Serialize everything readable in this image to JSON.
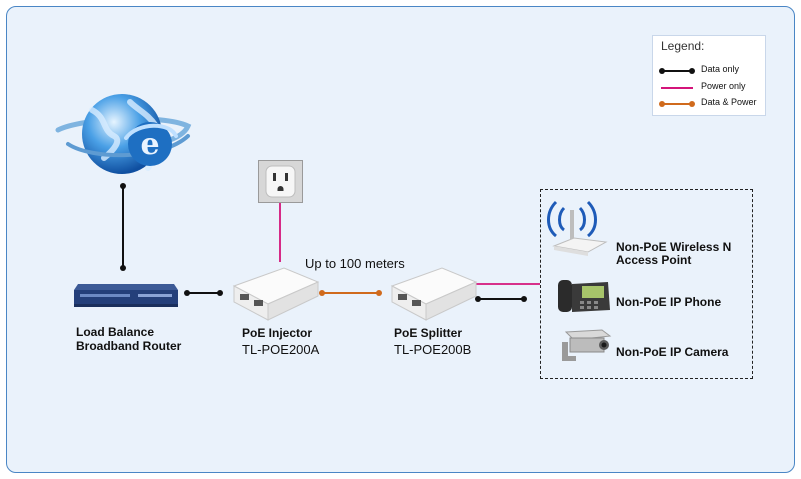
{
  "legend": {
    "title": "Legend:",
    "items": [
      {
        "label": "Data only",
        "color": "#111111",
        "dots": true
      },
      {
        "label": "Power only",
        "color": "#d4147a",
        "dots": false
      },
      {
        "label": "Data & Power",
        "color": "#d06a1c",
        "dots": true
      }
    ]
  },
  "distance_label": "Up to 100 meters",
  "devices": {
    "router": {
      "line1": "Load Balance",
      "line2": "Broadband Router"
    },
    "injector": {
      "name": "PoE Injector",
      "model": "TL-POE200A"
    },
    "splitter": {
      "name": "PoE Splitter",
      "model": "TL-POE200B"
    },
    "access_point": {
      "line1": "Non-PoE Wireless N",
      "line2": "Access Point"
    },
    "ip_phone": {
      "label": "Non-PoE IP Phone"
    },
    "ip_camera": {
      "label": "Non-PoE IP Camera"
    }
  },
  "colors": {
    "data": "#111111",
    "power": "#d4147a",
    "data_power": "#d06a1c",
    "frame": "#4a86c5",
    "background": "#eaf2fb"
  }
}
